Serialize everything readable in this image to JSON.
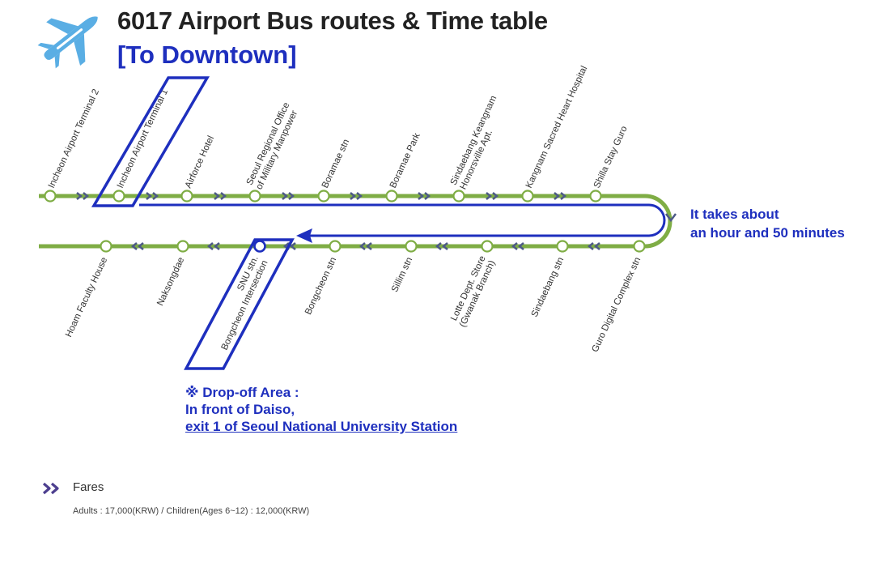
{
  "header": {
    "title": "6017 Airport Bus routes & Time table",
    "subtitle": "[To Downtown]"
  },
  "colors": {
    "accent_blue": "#1e2fbe",
    "route_green": "#7fad45",
    "arrow_gray": "#4d5a86",
    "plane_blue": "#5aaee4"
  },
  "icons": {
    "header": "airplane-icon",
    "fares": "double-chevron-right-icon"
  },
  "route": {
    "top_stops": [
      {
        "label": "Incheon Airport Terminal 2"
      },
      {
        "label": "Incheon Airport Terminal 1"
      },
      {
        "label": "Airforce Hotel"
      },
      {
        "label": "Seoul Regional Office",
        "label2": "of Military Manpower"
      },
      {
        "label": "Boramae stn"
      },
      {
        "label": "Boramae Park"
      },
      {
        "label": "Sindaebang Keangnam",
        "label2": "Honorsville Apt."
      },
      {
        "label": "Kangnam Sacred Heart Hospital"
      },
      {
        "label": "Shilla Stay Guro"
      }
    ],
    "bottom_stops": [
      {
        "label": "Hoam Faculty House"
      },
      {
        "label": "Naksongdae"
      },
      {
        "label": "SNU stn.",
        "label2": "Bongcheon Intersection"
      },
      {
        "label": "Bongcheon stn"
      },
      {
        "label": "Sillim stn"
      },
      {
        "label": "Lotte Dept. Store",
        "label2": "(Gwanak Branch)"
      },
      {
        "label": "Sindaebang stn"
      },
      {
        "label": "Guro Digital Complex stn"
      }
    ]
  },
  "duration": {
    "line1": "It takes about",
    "line2": "an hour and 50 minutes"
  },
  "dropoff": {
    "line1": "※ Drop-off Area :",
    "line2": "In front of Daiso,",
    "line3": "exit 1 of Seoul National University Station"
  },
  "fares": {
    "title": "Fares",
    "text": "Adults : 17,000(KRW) / Children(Ages 6~12) : 12,000(KRW)"
  }
}
